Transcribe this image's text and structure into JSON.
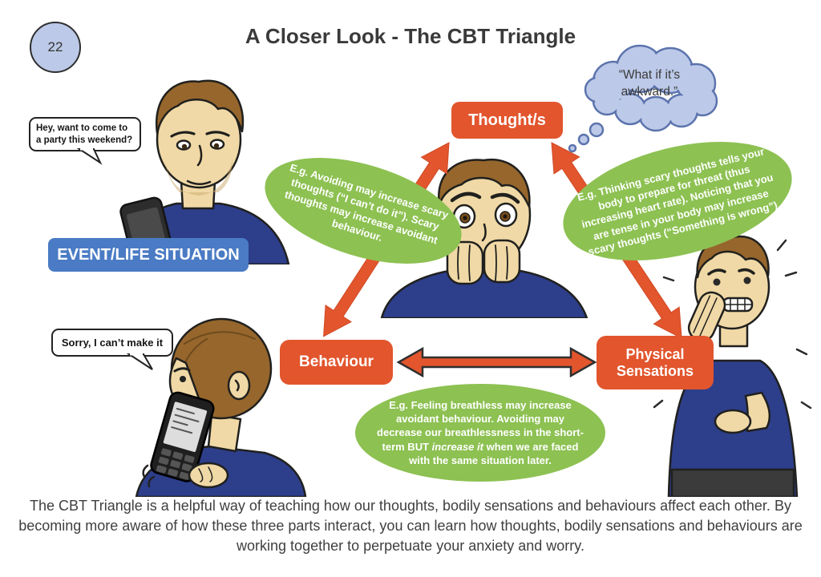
{
  "page": {
    "number": "22",
    "title": "A Closer Look - The CBT Triangle",
    "footer": "The CBT Triangle is a helpful way of teaching how our thoughts, bodily sensations and behaviours affect each other. By becoming more aware of how these three parts interact, you can learn how thoughts, bodily sensations and behaviours are working together to perpetuate your anxiety and worry."
  },
  "diagram": {
    "nodes": {
      "thoughts": "Thought/s",
      "behaviour": "Behaviour",
      "physical_sensations": "Physical Sensations",
      "event": "EVENT/LIFE SITUATION"
    },
    "annotations": {
      "left": "E.g. Avoiding may increase scary thoughts (“I can’t do it”). Scary thoughts may increase avoidant behaviour.",
      "right": "E.g. Thinking scary thoughts tells your body to prepare for threat (thus increasing heart rate). Noticing that you are tense in your body may increase scary thoughts (“Something is wrong”).",
      "bottom": {
        "pre": "E.g. Feeling breathless may increase avoidant behaviour. Avoiding may decrease our breathlessness in the short-term BUT ",
        "emphasis": "increase it",
        "post": " when we are faced with the same situation later."
      }
    }
  },
  "speech": {
    "invite": "Hey, want to come to a party this weekend?",
    "decline": "Sorry, I can’t make it",
    "thought_cloud": "“What if it’s awkward.”"
  },
  "colors": {
    "accent_orange": "#e2552d",
    "accent_blue": "#4a7bc4",
    "accent_green": "#8dc152",
    "cloud_fill": "#bcc9e8",
    "cloud_border": "#5c74ad"
  }
}
